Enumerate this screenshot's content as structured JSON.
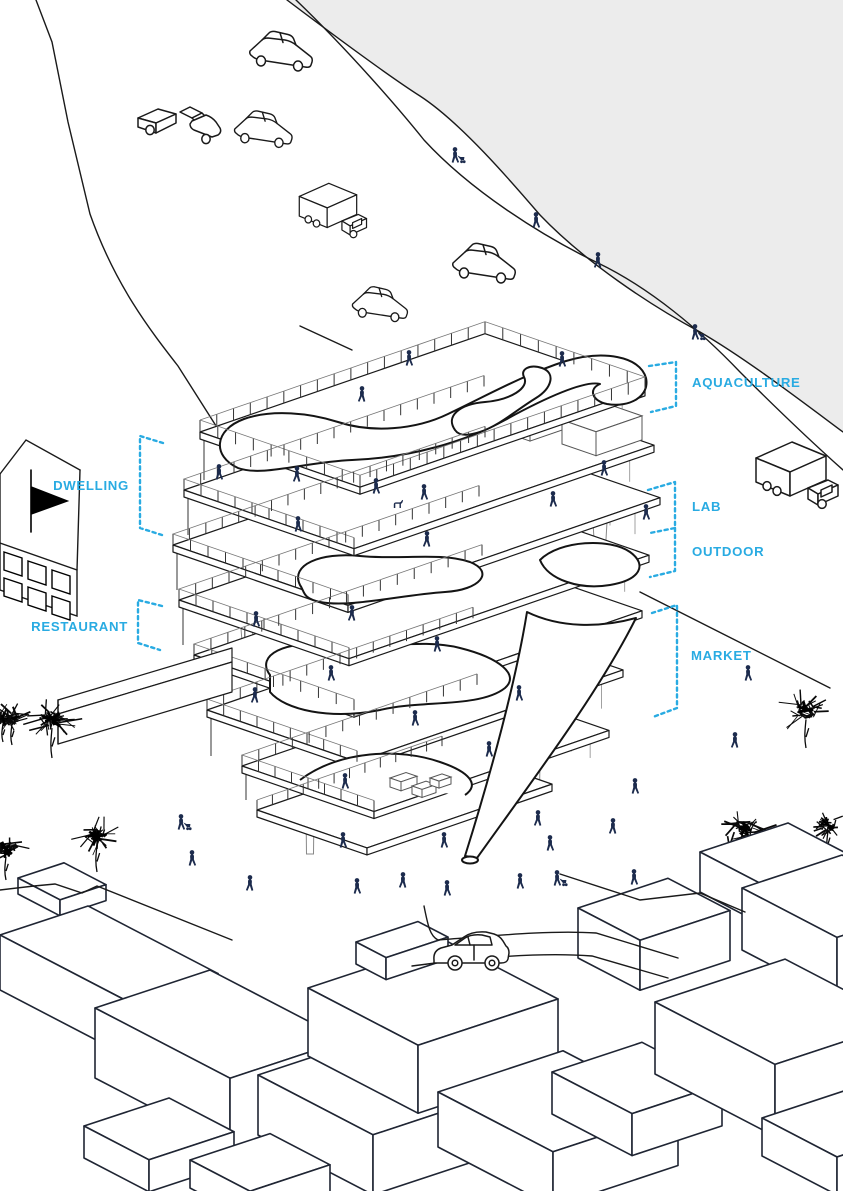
{
  "labels": {
    "aquaculture": "AQUACULTURE",
    "dwelling": "DWELLING",
    "lab": "LAB",
    "outdoor": "OUTDOOR",
    "restaurant": "RESTAURANT",
    "market": "MARKET"
  },
  "colors": {
    "accent_cyan": "#29ABE2",
    "people_navy": "#1C2B4D",
    "water_gray": "#ECECEC",
    "line_dark": "#1A1A1A"
  },
  "icons": {
    "person": "person-icon",
    "person_stroller": "person-with-stroller-icon",
    "dog": "dog-icon",
    "tree": "tree-icon",
    "car": "car-icon",
    "pickup": "pickup-truck-icon",
    "box_truck": "box-truck-icon",
    "flag": "flag-icon"
  }
}
